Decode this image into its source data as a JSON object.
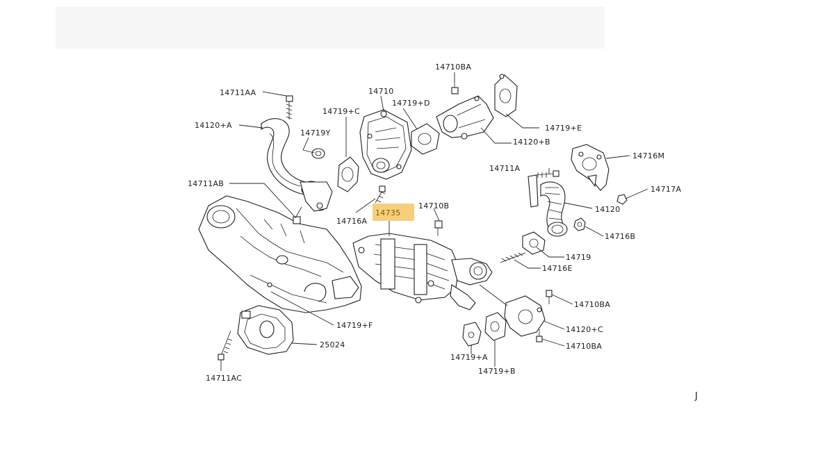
{
  "diagram": {
    "highlight_color": "#f4c35a",
    "highlighted_part": "14735",
    "corner_mark": "J",
    "labels": {
      "l14711AA": "14711AA",
      "l14120A": "14120+A",
      "l14719Y": "14719Y",
      "l14719C": "14719+C",
      "l14710": "14710",
      "l14719D": "14719+D",
      "l14710BA_top": "14710BA",
      "l14719E": "14719+E",
      "l14120B": "14120+B",
      "l14716M": "14716M",
      "l14711A": "14711A",
      "l14717A": "14717A",
      "l14120": "14120",
      "l14716B": "14716B",
      "l14719": "14719",
      "l14716E": "14716E",
      "l14711AB": "14711AB",
      "l14716A": "14716A",
      "l14735": "14735",
      "l14710B": "14710B",
      "l14710BA_mid": "14710BA",
      "l14120C": "14120+C",
      "l14710BA_low": "14710BA",
      "l14719F": "14719+F",
      "l25024": "25024",
      "l14719A": "14719+A",
      "l14719B": "14719+B",
      "l14711AC": "14711AC"
    }
  }
}
